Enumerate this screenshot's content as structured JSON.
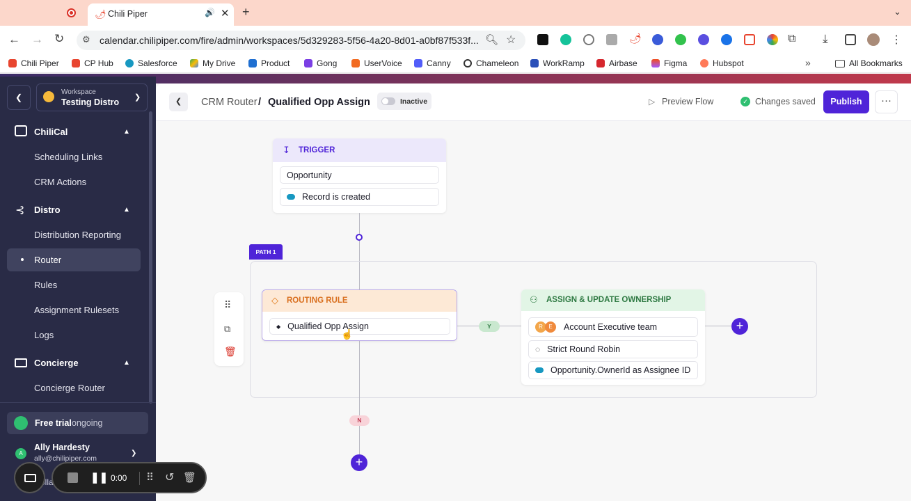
{
  "browser": {
    "tab_title": "Chili Piper",
    "url": "calendar.chilipiper.com/fire/admin/workspaces/5d329283-5f56-4a20-8d01-a0bf87f533f...",
    "bookmarks": [
      "Chili Piper",
      "CP Hub",
      "Salesforce",
      "My Drive",
      "Product",
      "Gong",
      "UserVoice",
      "Canny",
      "Chameleon",
      "WorkRamp",
      "Airbase",
      "Figma",
      "Hubspot"
    ],
    "all_bookmarks": "All Bookmarks"
  },
  "sidebar": {
    "workspace_label": "Workspace",
    "workspace_name": "Testing Distro",
    "sections": [
      {
        "title": "ChiliCal",
        "items": [
          "Scheduling Links",
          "CRM Actions"
        ]
      },
      {
        "title": "Distro",
        "items": [
          "Distribution Reporting",
          "Router",
          "Rules",
          "Assignment Rulesets",
          "Logs"
        ]
      },
      {
        "title": "Concierge",
        "items": [
          "Concierge Router"
        ]
      }
    ],
    "active_item": "Router",
    "trial_label": "Free trial",
    "trial_status": "ongoing",
    "user_name": "Ally Hardesty",
    "user_email": "ally@chilipiper.com",
    "user_initial": "A",
    "hidden_text": "olla"
  },
  "header": {
    "breadcrumb_parent": "CRM Router",
    "separator": "/",
    "title": "Qualified Opp Assign",
    "status": "Inactive",
    "preview": "Preview Flow",
    "saved": "Changes saved",
    "publish": "Publish"
  },
  "flow": {
    "trigger": {
      "title": "TRIGGER",
      "object": "Opportunity",
      "event": "Record is created"
    },
    "path_label": "PATH 1",
    "routing_rule": {
      "title": "ROUTING RULE",
      "rule": "Qualified Opp Assign"
    },
    "yes_label": "Y",
    "no_label": "N",
    "assign": {
      "title": "ASSIGN & UPDATE OWNERSHIP",
      "team": "Account Executive team",
      "team_avatars": [
        "R",
        "E"
      ],
      "method": "Strict Round Robin",
      "field": "Opportunity.OwnerId as Assignee ID"
    }
  },
  "recorder": {
    "time": "0:00"
  },
  "colors": {
    "accent": "#4f24d8",
    "sidebar": "#292b46",
    "trigger_bg": "#ece8fb",
    "rule_bg": "#fde9d6",
    "assign_bg": "#e2f5e6"
  }
}
